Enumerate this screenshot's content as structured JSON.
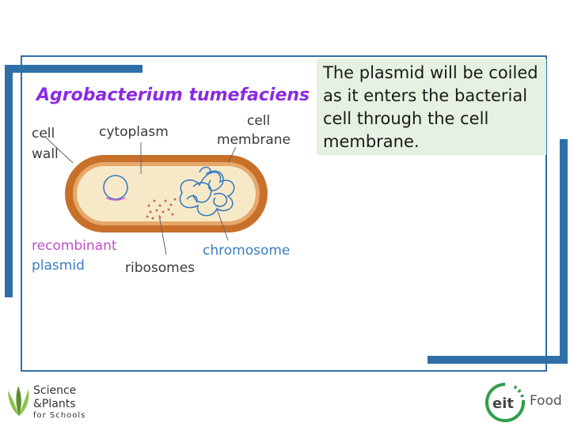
{
  "diagram": {
    "title": "Agrobacterium tumefaciens",
    "labels": {
      "cell_wall_line1": "cell",
      "cell_wall_line2": "wall",
      "cytoplasm": "cytoplasm",
      "cell_membrane_line1": "cell",
      "cell_membrane_line2": "membrane",
      "recombinant_line1": "recombinant",
      "recombinant_line2": "plasmid",
      "ribosomes": "ribosomes",
      "chromosome": "chromosome"
    },
    "colors": {
      "title": "#8a2be2",
      "labels": "#3a3a3a",
      "plasmid_label": "#c050c8",
      "chromosome_label": "#3a7dc0",
      "cell_wall": "#c8702a",
      "cytoplasm": "#f7e9c8",
      "chromosome_line": "#3a7dc0",
      "ribosome_dots": "#c86a50"
    }
  },
  "note": {
    "text": "The plasmid will be coiled as it enters the bacterial cell through the cell membrane."
  },
  "logos": {
    "science_plants": {
      "line1": "Science",
      "line2": "&Plants",
      "line3": "for Schools"
    },
    "eit_food": {
      "mark": "eit",
      "word": "Food"
    }
  }
}
